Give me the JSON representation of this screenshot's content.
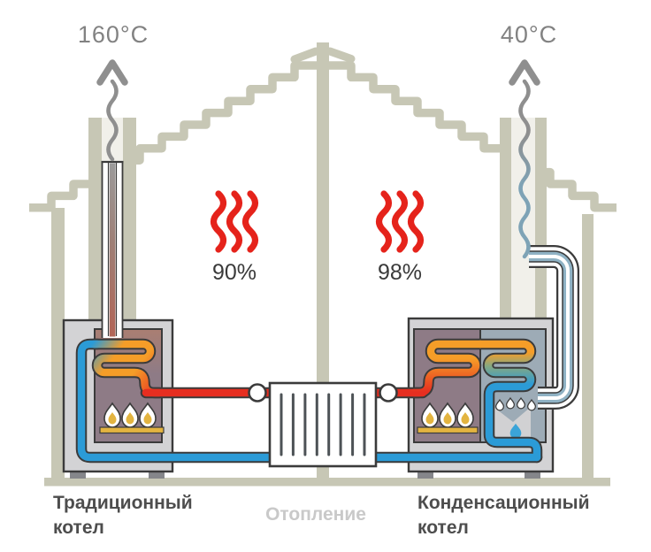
{
  "labels": {
    "left_temp": "160°C",
    "right_temp": "40°C",
    "left_efficiency": "90%",
    "right_efficiency": "98%"
  },
  "captions": {
    "left": "Традиционный котел",
    "center": "Отопление",
    "right": "Конденсационный котел"
  },
  "icons": {
    "heat_waves": "three red S-curves",
    "exhaust_arrow": "gray chevron with wavy tail",
    "flame": "white teardrop with gold core",
    "condensate_droplet": "blue drop",
    "valve": "white circle on pipe"
  },
  "colors": {
    "structure_beige": "#c7c7b5",
    "chimney_interior": "#f1f0ea",
    "smoke_gray": "#8f8f8f",
    "condensate_blue": "#7ea3b6",
    "heat_red": "#e5231b",
    "hot_pipe_red": "#e62e20",
    "cold_pipe_blue": "#2b9bd7",
    "warm_pipe_orange": "#f59d28",
    "boiler_body_gray": "#d3d3d5",
    "combustion_mauve": "#8e7b86",
    "condensing_steel": "#9dabb6",
    "outline_dark": "#3b3b3b",
    "burner_gold": "#e3b440",
    "temp_text": "#828282",
    "pct_text": "#3a3a3a",
    "caption_dark": "#4d4d4d",
    "caption_light": "#c9c9c9"
  }
}
